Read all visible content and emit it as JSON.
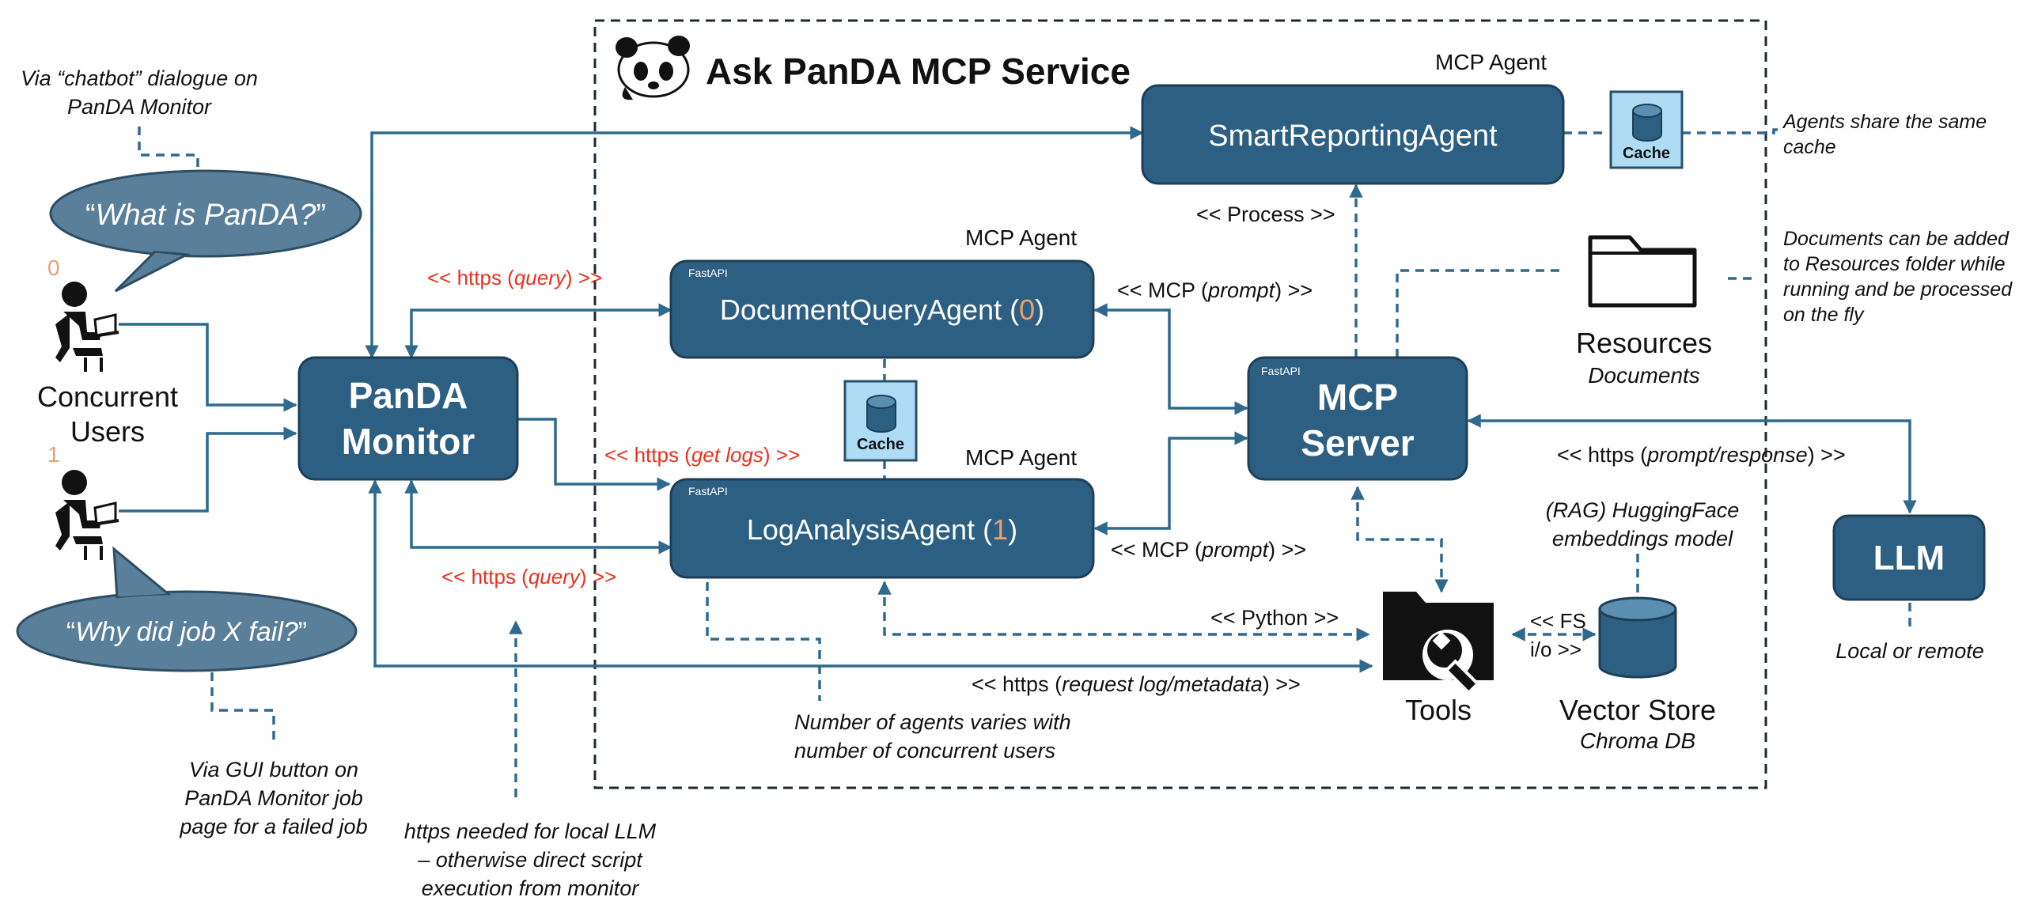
{
  "service": {
    "title": "Ask PanDA MCP Service"
  },
  "boxes": {
    "smart": {
      "label": "SmartReportingAgent",
      "tag": "MCP Agent"
    },
    "docq": {
      "label_pre": "DocumentQueryAgent (",
      "label_num": "0",
      "label_post": ")",
      "tag": "MCP Agent",
      "sub": "FastAPI"
    },
    "log": {
      "label_pre": "LogAnalysisAgent (",
      "label_num": "1",
      "label_post": ")",
      "tag": "MCP Agent",
      "sub": "FastAPI"
    },
    "monitor": {
      "line1": "PanDA",
      "line2": "Monitor"
    },
    "mcp": {
      "line1": "MCP",
      "line2": "Server",
      "sub": "FastAPI"
    },
    "llm": {
      "label": "LLM"
    }
  },
  "cache": {
    "label": "Cache"
  },
  "users": {
    "line1": "Concurrent",
    "line2": "Users",
    "id0": "0",
    "id1": "1"
  },
  "bubbles": {
    "q1_open": "“",
    "q1_text": "What is PanDA?",
    "q1_close": "”",
    "q2_open": "“",
    "q2_text": "Why did job X fail?",
    "q2_close": "”"
  },
  "resources": {
    "title": "Resources",
    "sub": "Documents"
  },
  "tools": {
    "label": "Tools"
  },
  "vector": {
    "title": "Vector Store",
    "sub": "Chroma DB"
  },
  "edges": {
    "q1_pre": "<< https (",
    "q1_it": "query",
    "q1_post": ") >>",
    "logs_pre": "<< https (",
    "logs_it": "get logs",
    "logs_post": ") >>",
    "q2_pre": "<< https (",
    "q2_it": "query",
    "q2_post": ") >>",
    "mcp1_pre": "<< MCP (",
    "mcp1_it": "prompt",
    "mcp1_post": ") >>",
    "mcp2_pre": "<< MCP (",
    "mcp2_it": "prompt",
    "mcp2_post": ") >>",
    "process": "<< Process >>",
    "llm_pre": "<< https (",
    "llm_it": "prompt/response",
    "llm_post": ") >>",
    "python": "<< Python >>",
    "req_pre": "<< https (",
    "req_it": "request log/metadata",
    "req_post": ") >>",
    "fs1": "<< FS",
    "fs2": "i/o >>"
  },
  "notes": {
    "chatbot1": "Via “chatbot” dialogue on",
    "chatbot2": "PanDA Monitor",
    "agents_cache1": "Agents share the same",
    "agents_cache2": "cache",
    "docs1": "Documents can be added",
    "docs2": "to Resources folder while",
    "docs3": "running and be processed",
    "docs4": "on the fly",
    "gui1": "Via GUI button on",
    "gui2": "PanDA Monitor job",
    "gui3": "page for a failed job",
    "https1": "https needed for local LLM",
    "https2": "– otherwise direct script",
    "https3": "execution from monitor",
    "num1": "Number of agents varies with",
    "num2": "number of concurrent users",
    "rag1": "(RAG) HuggingFace",
    "rag2": "embeddings model",
    "local": "Local or remote"
  },
  "colors": {
    "box": "#2c5f82",
    "line": "#2f6a8e",
    "accent": "#e8321f",
    "orange": "#e8a070",
    "cache": "#aedcf4",
    "bubble": "#5a7f9a"
  },
  "icons": {
    "panda": "panda-logo",
    "user": "user-at-computer-icon",
    "folder": "folder-icon",
    "tools": "wrench-folder-icon",
    "db": "database-cylinder-icon"
  }
}
